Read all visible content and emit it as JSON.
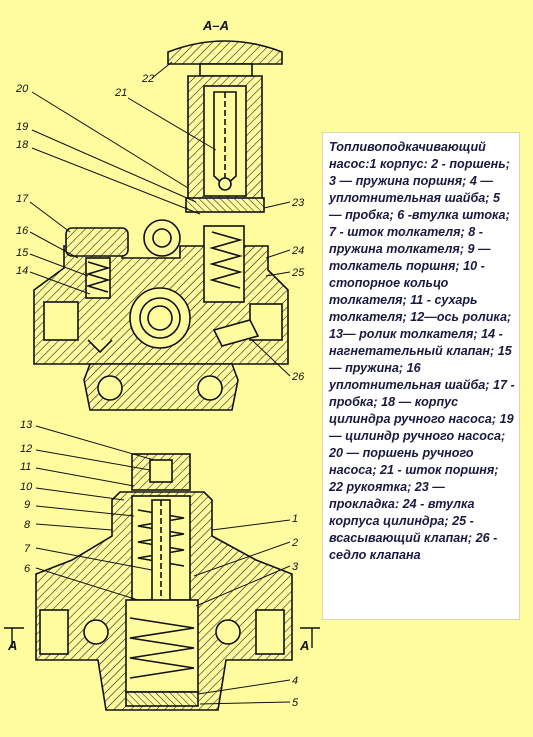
{
  "section_mark": "А–А",
  "cut_marks": [
    "А",
    "А"
  ],
  "caption": "Топливоподкачивающий насос:1 корпус: 2 - поршень; 3 — пружина поршня; 4 — уплотнительная шайба; 5 — пробка; 6 -втулка штока; 7 - шток толкателя; 8 - пружина толкателя; 9 — толкатель поршня; 10 - стопорное кольцо толкателя; 11 - сухарь толкателя; 12—ось ролика; 13— ролик толкателя; 14 - нагнетательный клапан; 15 — пружина; 16 уплотнительная шайба; 17 - пробка; 18 — корпус цилиндра ручного насоса; 19 — цилиндр ручного насоса; 20 — поршень ручного насоса; 21 - шток поршня; 22 рукоятка; 23 — прокладка: 24 - втулка корпуса цилиндра; 25 - всасывающий клапан; 26 - седло клапана",
  "callouts_top": [
    "22",
    "21",
    "20",
    "19",
    "18",
    "23",
    "17",
    "16",
    "15",
    "14",
    "24",
    "25",
    "26"
  ],
  "callouts_bottom": [
    "13",
    "12",
    "11",
    "10",
    "9",
    "8",
    "7",
    "6",
    "1",
    "2",
    "3",
    "4",
    "5"
  ],
  "colors": {
    "background": "#fffca0",
    "ink": "#111111",
    "caption_bg": "#ffffff",
    "caption_text": "#1a1a40"
  }
}
